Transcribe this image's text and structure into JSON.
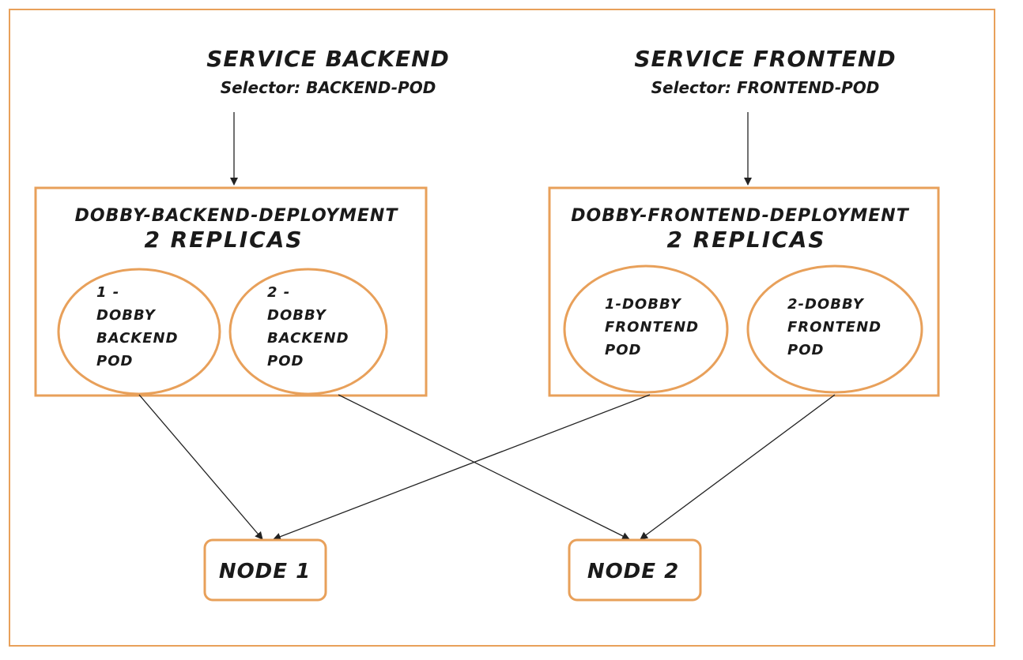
{
  "services": {
    "backend": {
      "title": "SERVICE BACKEND",
      "selector": "Selector: BACKEND-POD"
    },
    "frontend": {
      "title": "SERVICE FRONTEND",
      "selector": "Selector: FRONTEND-POD"
    }
  },
  "deployments": {
    "backend": {
      "name": "DOBBY-BACKEND-DEPLOYMENT",
      "replicas": "2 REPLICAS",
      "pods": [
        {
          "lines": [
            "1 -",
            "DOBBY",
            "BACKEND",
            "POD"
          ]
        },
        {
          "lines": [
            "2 -",
            "DOBBY",
            "BACKEND",
            "POD"
          ]
        }
      ]
    },
    "frontend": {
      "name": "DOBBY-FRONTEND-DEPLOYMENT",
      "replicas": "2 REPLICAS",
      "pods": [
        {
          "lines": [
            "1-DOBBY",
            "FRONTEND",
            "POD"
          ]
        },
        {
          "lines": [
            "2-DOBBY",
            "FRONTEND",
            "POD"
          ]
        }
      ]
    }
  },
  "nodes": {
    "node1": "NODE 1",
    "node2": "NODE 2"
  },
  "colors": {
    "accent": "#e8a05a",
    "line": "#222222",
    "text": "#1a1a1a"
  }
}
